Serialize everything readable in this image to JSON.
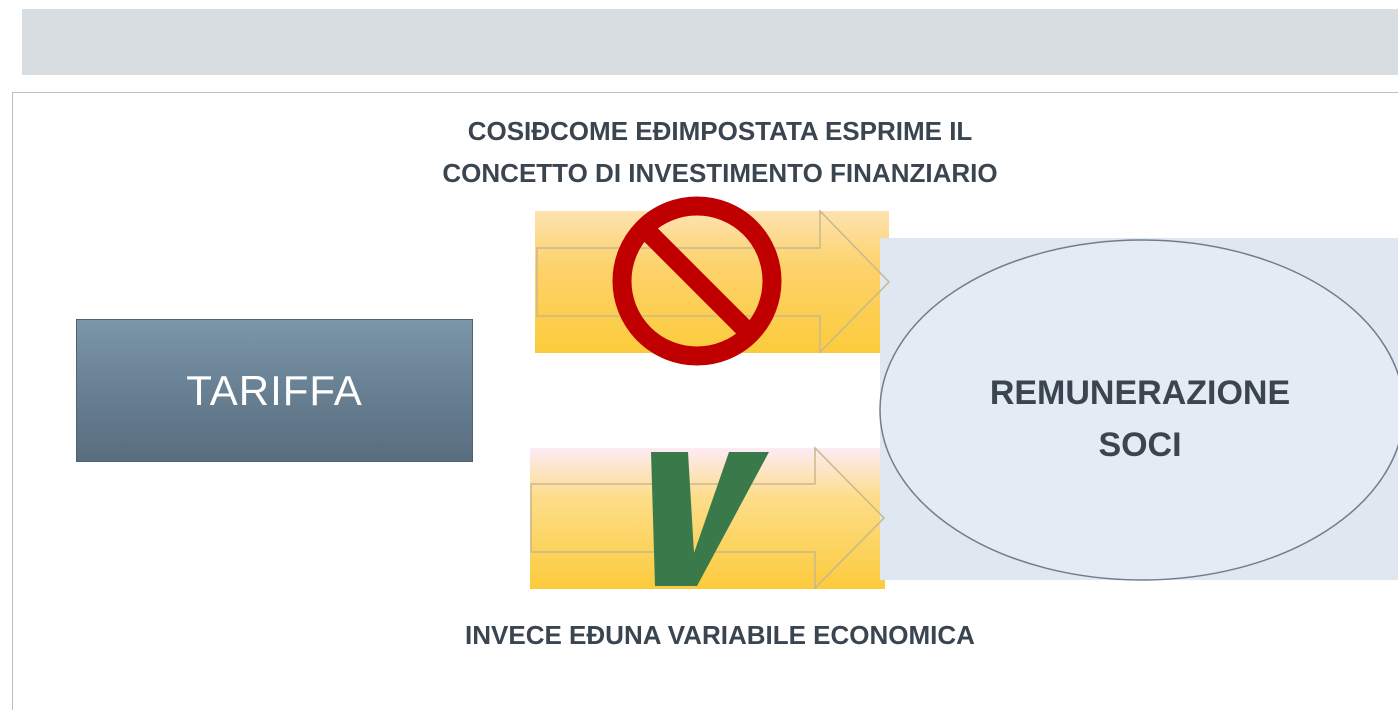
{
  "slide": {
    "heading_top_line1": "COSIĐCOME EĐIMPOSTATA ESPRIME IL",
    "heading_top_line2": "CONCETTO DI INVESTIMENTO FINANZIARIO",
    "heading_bottom": "INVECE EĐUNA VARIABILE ECONOMICA"
  },
  "diagram": {
    "source_box": {
      "label": "TARIFFA"
    },
    "target_ellipse": {
      "line1": "REMUNERAZIONE",
      "line2": "SOCI"
    },
    "top_arrow": {
      "status_icon": "prohibited-icon",
      "status_color": "#c00000"
    },
    "bottom_arrow": {
      "status_mark": "V",
      "status_color": "#3a7a4a"
    }
  },
  "colors": {
    "arrow_fill": "#fccb3c",
    "tariffa_fill": "#6a8295",
    "ellipse_fill": "#dfe7f1",
    "text": "#3a4550"
  }
}
